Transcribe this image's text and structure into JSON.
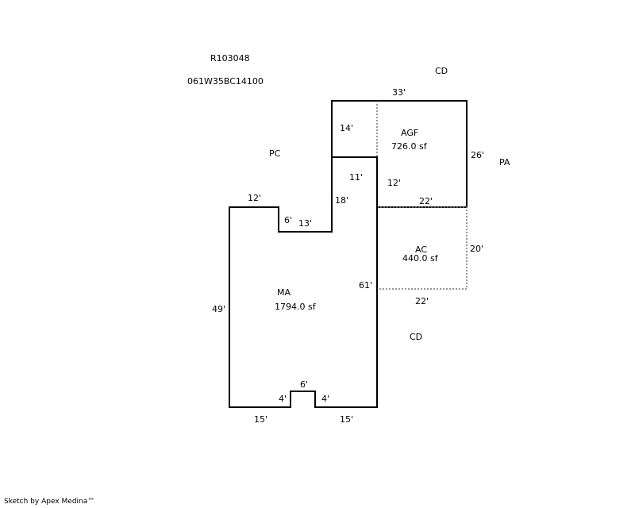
{
  "header": {
    "parcel_id": "R103048",
    "map_number": "061W35BC14100"
  },
  "area_labels": {
    "cd_top": "CD",
    "pc": "PC",
    "pa": "PA",
    "cd_bottom": "CD"
  },
  "areas": {
    "agf": {
      "code": "AGF",
      "area": "726.0 sf"
    },
    "ac": {
      "code": "AC",
      "area": "440.0 sf"
    },
    "ma": {
      "code": "MA",
      "area": "1794.0 sf"
    }
  },
  "dimensions": {
    "agf_top": "33'",
    "agf_left_upper": "14'",
    "agf_right": "26'",
    "agf_inner_vertical": "12'",
    "agf_inner_horizontal": "11'",
    "agf_bottom": "22'",
    "ma_step_vertical": "18'",
    "ma_top_left": "12'",
    "ma_notch_vertical": "6'",
    "ma_notch_horizontal": "13'",
    "ma_left": "49'",
    "ma_right": "61'",
    "ac_right": "20'",
    "ac_bottom": "22'",
    "ma_bottom_left": "15'",
    "ma_bottom_right": "15'",
    "bump_left": "4'",
    "bump_top": "6'",
    "bump_right": "4'"
  },
  "footer": {
    "credit": "Sketch by Apex Medina™"
  }
}
